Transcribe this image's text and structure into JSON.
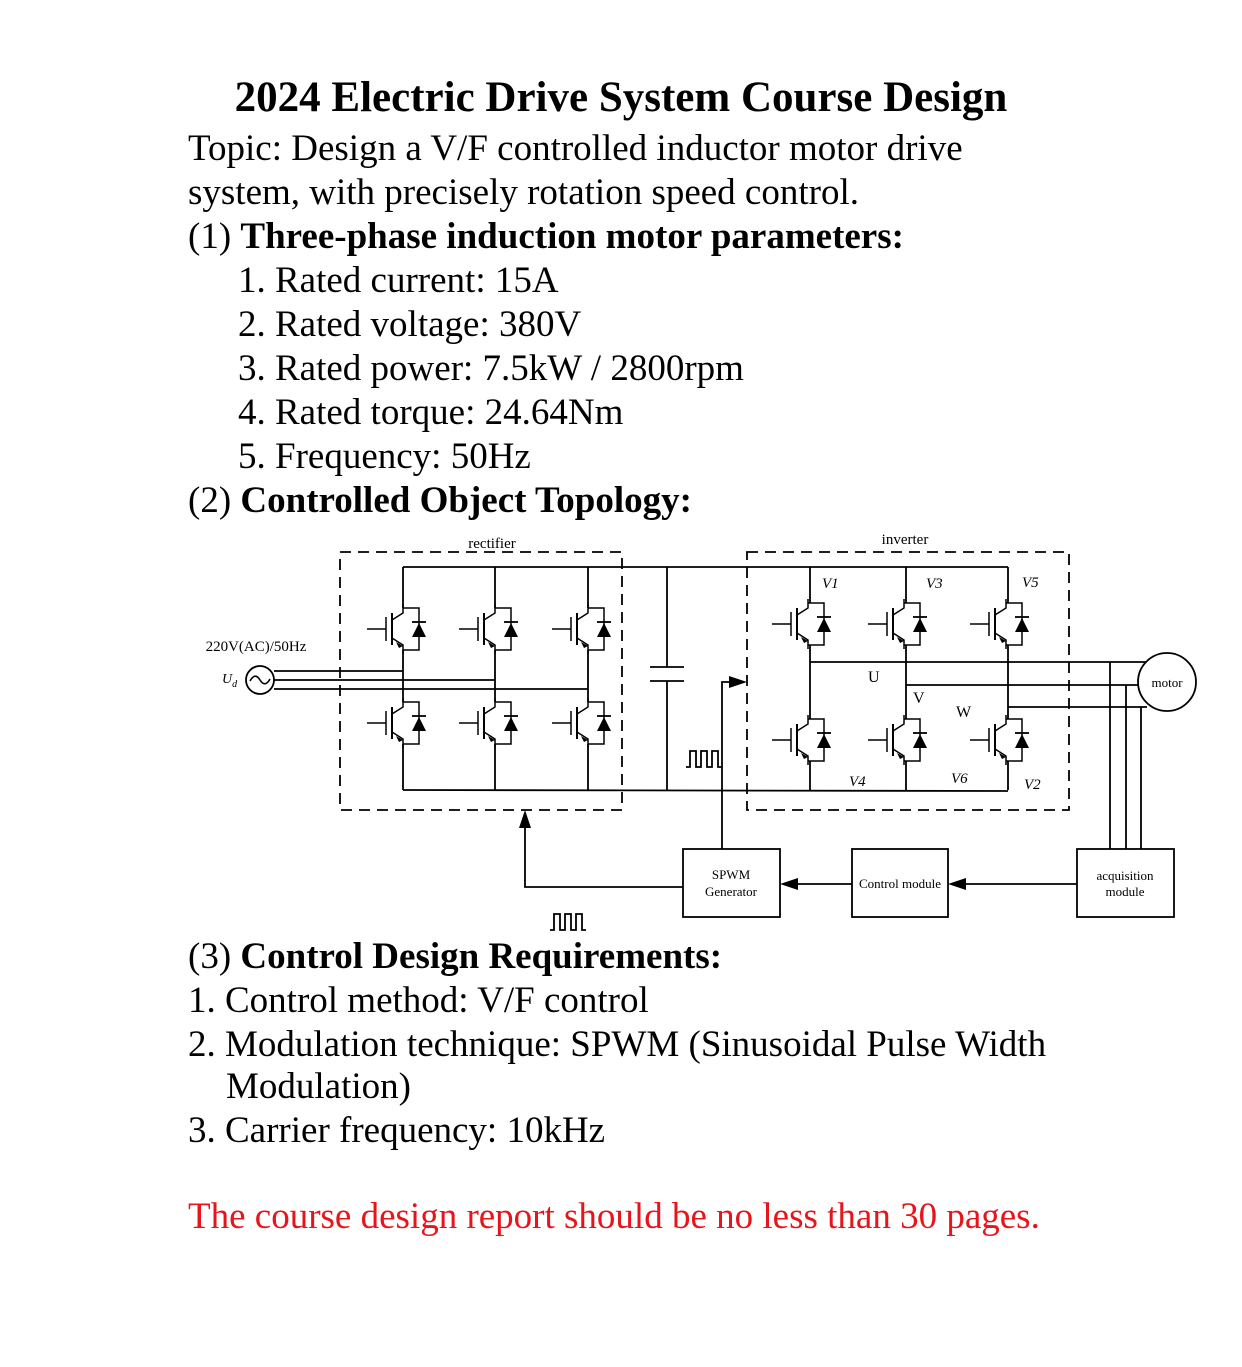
{
  "title": "2024 Electric Drive System Course Design",
  "topic": {
    "line1": "Topic: Design a V/F controlled inductor motor drive",
    "line2": "system, with precisely rotation speed control."
  },
  "section1": {
    "number": "(1)",
    "heading": "Three-phase induction motor parameters:",
    "items": [
      {
        "num": "1.",
        "text": "Rated current: 15A"
      },
      {
        "num": "2.",
        "text": "Rated voltage: 380V"
      },
      {
        "num": "3.",
        "text": "Rated power: 7.5kW / 2800rpm"
      },
      {
        "num": "4.",
        "text": "Rated torque: 24.64Nm"
      },
      {
        "num": "5.",
        "text": "Frequency: 50Hz"
      }
    ]
  },
  "section2": {
    "number": "(2)",
    "heading": "Controlled Object Topology:"
  },
  "diagram": {
    "rectifier_label": "rectifier",
    "inverter_label": "inverter",
    "source_label": "220V(AC)/50Hz",
    "source_symbol": "U",
    "source_subscript": "d",
    "switches": {
      "v1": "V1",
      "v3": "V3",
      "v5": "V5",
      "v4": "V4",
      "v6": "V6",
      "v2": "V2"
    },
    "phases": {
      "u": "U",
      "v": "V",
      "w": "W"
    },
    "motor_label": "motor",
    "spwm_line1": "SPWM",
    "spwm_line2": "Generator",
    "control_label": "Control module",
    "acq_line1": "acquisition",
    "acq_line2": "module"
  },
  "section3": {
    "number": "(3)",
    "heading": "Control Design Requirements:",
    "items": [
      {
        "num": "1.",
        "text": "Control method: V/F control"
      },
      {
        "num": "2.",
        "text": "Modulation technique: SPWM (Sinusoidal Pulse Width",
        "text2": "Modulation)"
      },
      {
        "num": "3.",
        "text": "Carrier frequency: 10kHz"
      }
    ]
  },
  "note": "The course design report should be no less than 30 pages.",
  "colors": {
    "note": "#e8141b",
    "text": "#000000"
  }
}
